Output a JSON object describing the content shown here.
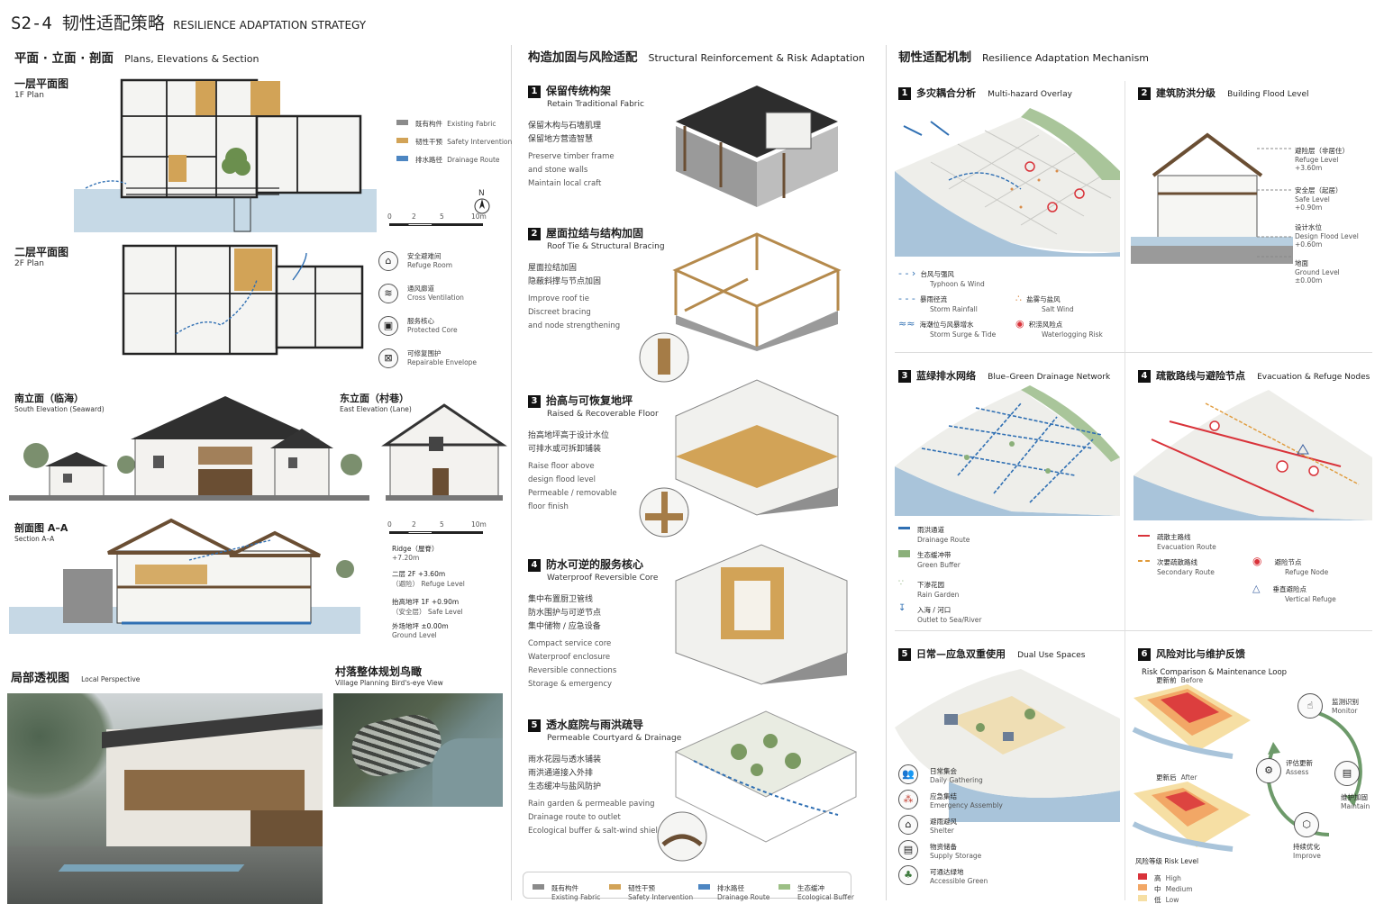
{
  "header": {
    "code": "S2-4",
    "title_cn": "韧性适配策略",
    "title_en": "RESILIENCE ADAPTATION STRATEGY"
  },
  "left": {
    "section_cn": "平面 · 立面 · 剖面",
    "section_en": "Plans, Elevations & Section",
    "plan1_cn": "一层平面图",
    "plan1_en": "1F Plan",
    "plan2_cn": "二层平面图",
    "plan2_en": "2F Plan",
    "legend": [
      {
        "cn": "既有构件",
        "en": "Existing Fabric",
        "color": "#8b8b8b"
      },
      {
        "cn": "韧性干预",
        "en": "Safety Intervention",
        "color": "#d2a357"
      },
      {
        "cn": "排水路径",
        "en": "Drainage Route",
        "color": "#4d86c2"
      }
    ],
    "north": "N",
    "scale": [
      "0",
      "2",
      "5",
      "10m"
    ],
    "icons": [
      {
        "icon": "roof-house-icon",
        "cn": "安全避难间",
        "en": "Refuge Room"
      },
      {
        "icon": "wind-icon",
        "cn": "通风廊道",
        "en": "Cross Ventilation"
      },
      {
        "icon": "core-icon",
        "cn": "服务核心",
        "en": "Protected Core"
      },
      {
        "icon": "envelope-icon",
        "cn": "可修复围护",
        "en": "Repairable Envelope"
      }
    ],
    "south_cn": "南立面（临海）",
    "south_en": "South Elevation (Seaward)",
    "east_cn": "东立面（村巷）",
    "east_en": "East Elevation (Lane)",
    "section2_cn": "剖面图  A–A",
    "section2_en": "Section A–A",
    "levels": [
      {
        "cn": "屋脊",
        "val": "+7.20m",
        "en": "Ridge"
      },
      {
        "cn": "二层  2F  +3.60m",
        "val": "（避险）",
        "en": "Refuge Level"
      },
      {
        "cn": "抬高地坪  1F   +0.90m",
        "val": "（安全层）",
        "en": "Safe Level"
      },
      {
        "cn": "外场地坪   ±0.00m",
        "val": "",
        "en": "Ground Level"
      }
    ],
    "persp_cn": "局部透视图",
    "persp_en": "Local Perspective",
    "bird_cn": "村落整体规划鸟瞰",
    "bird_en": "Village Planning Bird's-eye View"
  },
  "middle": {
    "section_cn": "构造加固与风险适配",
    "section_en": "Structural Reinforcement & Risk Adaptation",
    "steps": [
      {
        "n": "1",
        "cn": "保留传统构架",
        "en": "Retain Traditional Fabric",
        "cn_lines": [
          "保留木构与石墙肌理",
          "保留地方营造智慧"
        ],
        "en_lines": [
          "Preserve timber frame",
          "and stone walls",
          "Maintain local craft"
        ]
      },
      {
        "n": "2",
        "cn": "屋面拉结与结构加固",
        "en": "Roof Tie & Structural Bracing",
        "cn_lines": [
          "屋面拉结加固",
          "隐蔽斜撑与节点加固"
        ],
        "en_lines": [
          "Improve roof tie",
          "Discreet bracing",
          "and node strengthening"
        ]
      },
      {
        "n": "3",
        "cn": "抬高与可恢复地坪",
        "en": "Raised & Recoverable Floor",
        "cn_lines": [
          "抬高地坪高于设计水位",
          "可排水或可拆卸铺装"
        ],
        "en_lines": [
          "Raise floor above",
          "design flood level",
          "Permeable / removable",
          "floor finish"
        ]
      },
      {
        "n": "4",
        "cn": "防水可逆的服务核心",
        "en": "Waterproof Reversible Core",
        "cn_lines": [
          "集中布置厨卫管线",
          "防水围护与可逆节点",
          "集中储物 / 应急设备"
        ],
        "en_lines": [
          "Compact service core",
          "Waterproof enclosure",
          "Reversible connections",
          "Storage & emergency"
        ]
      },
      {
        "n": "5",
        "cn": "透水庭院与雨洪疏导",
        "en": "Permeable Courtyard & Drainage",
        "cn_lines": [
          "雨水花园与透水铺装",
          "雨洪通道接入外排",
          "生态缓冲与盐风防护"
        ],
        "en_lines": [
          "Rain garden & permeable paving",
          "Drainage route to outlet",
          "Ecological buffer & salt-wind shield"
        ]
      }
    ],
    "legend": [
      {
        "cn": "既有构件",
        "en": "Existing Fabric",
        "color": "#8b8b8b"
      },
      {
        "cn": "韧性干预",
        "en": "Safety Intervention",
        "color": "#d2a357"
      },
      {
        "cn": "排水路径",
        "en": "Drainage Route",
        "color": "#4d86c2"
      },
      {
        "cn": "生态缓冲",
        "en": "Ecological Buffer",
        "color": "#9cbf85"
      }
    ]
  },
  "right": {
    "section_cn": "韧性适配机制",
    "section_en": "Resilience Adaptation Mechanism",
    "p1": {
      "n": "1",
      "cn": "多灾耦合分析",
      "en": "Multi-hazard Overlay",
      "legend": [
        {
          "icon": "typhoon-arrow-icon",
          "cn": "台风与强风",
          "en": "Typhoon & Wind"
        },
        {
          "icon": "salt-dots-icon",
          "cn": "盐雾与盐风",
          "en": "Salt Wind"
        },
        {
          "icon": "rain-line-icon",
          "cn": "暴雨径流",
          "en": "Storm Rainfall"
        },
        {
          "icon": "waterlog-target-icon",
          "cn": "积涝风险点",
          "en": "Waterlogging Risk"
        },
        {
          "icon": "wave-icon",
          "cn": "海潮位与风暴增水",
          "en": "Storm Surge & Tide"
        }
      ]
    },
    "p2": {
      "n": "2",
      "cn": "建筑防洪分级",
      "en": "Building Flood Level",
      "levels": [
        {
          "cn": "避险层（非居住）",
          "en": "Refuge Level",
          "val": "+3.60m"
        },
        {
          "cn": "安全层（起居）",
          "en": "Safe Level",
          "val": "+0.90m"
        },
        {
          "cn": "设计水位",
          "en": "Design Flood Level",
          "val": "+0.60m"
        },
        {
          "cn": "地面",
          "en": "Ground Level",
          "val": "±0.00m"
        }
      ]
    },
    "p3": {
      "n": "3",
      "cn": "蓝绿排水网络",
      "en": "Blue–Green Drainage Network",
      "legend": [
        {
          "cn": "雨洪通道",
          "en": "Drainage Route"
        },
        {
          "cn": "生态缓冲带",
          "en": "Green Buffer"
        },
        {
          "cn": "下渗花园",
          "en": "Rain Garden"
        },
        {
          "cn": "入海 / 河口",
          "en": "Outlet to Sea/River"
        }
      ]
    },
    "p4": {
      "n": "4",
      "cn": "疏散路线与避险节点",
      "en": "Evacuation & Refuge Nodes",
      "legend": [
        {
          "cn": "疏散主路线",
          "en": "Evacuation Route"
        },
        {
          "cn": "次要疏散路线",
          "en": "Secondary Route"
        },
        {
          "cn": "避险节点",
          "en": "Refuge Node"
        },
        {
          "cn": "垂直避险点",
          "en": "Vertical Refuge"
        }
      ]
    },
    "p5": {
      "n": "5",
      "cn": "日常—应急双重使用",
      "en": "Dual Use Spaces",
      "legend": [
        {
          "cn": "日常集会",
          "en": "Daily Gathering"
        },
        {
          "cn": "应急集结",
          "en": "Emergency Assembly"
        },
        {
          "cn": "避雨避风",
          "en": "Shelter"
        },
        {
          "cn": "物资储备",
          "en": "Supply Storage"
        },
        {
          "cn": "可通达绿地",
          "en": "Accessible Green"
        }
      ]
    },
    "p6": {
      "n": "6",
      "cn": "风险对比与维护反馈",
      "en": "Risk Comparison & Maintenance Loop",
      "before_cn": "更新前",
      "before_en": "Before",
      "after_cn": "更新后",
      "after_en": "After",
      "loop": [
        {
          "cn": "监测识别",
          "en": "Monitor"
        },
        {
          "cn": "维护加固",
          "en": "Maintain"
        },
        {
          "cn": "持续优化",
          "en": "Improve"
        },
        {
          "cn": "评估更新",
          "en": "Assess"
        }
      ],
      "risk_title_cn": "风险等级",
      "risk_title_en": "Risk Level",
      "risk": [
        {
          "cn": "高",
          "en": "High",
          "color": "#d9333a"
        },
        {
          "cn": "中",
          "en": "Medium",
          "color": "#f2a766"
        },
        {
          "cn": "低",
          "en": "Low",
          "color": "#f6dfa4"
        }
      ]
    }
  }
}
